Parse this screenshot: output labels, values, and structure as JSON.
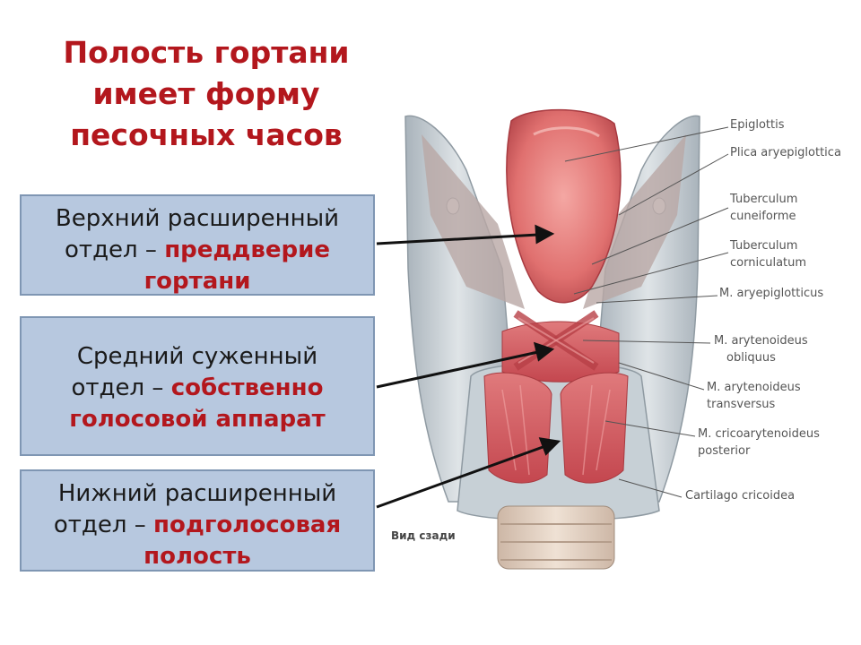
{
  "title": {
    "line1": "Полость гортани",
    "line2": "имеет форму",
    "line3": "песочных часов"
  },
  "boxes": {
    "upper": {
      "line1": "Верхний расширенный",
      "line2_plain": "отдел – ",
      "line2_hl": "преддверие",
      "line3_hl": "гортани"
    },
    "middle": {
      "line1": "Средний суженный",
      "line2_plain": "отдел – ",
      "line2_hl": "собственно",
      "line3_hl": "голосовой аппарат"
    },
    "lower": {
      "line1": "Нижний расширенный",
      "line2_plain": "отдел – ",
      "line2_hl": "подголосовая",
      "line3_hl": "полость"
    }
  },
  "labels": {
    "epiglottis": "Epiglottis",
    "plica": "Plica aryepiglottica",
    "cuneiforme_1": "Tuberculum",
    "cuneiforme_2": "cuneiforme",
    "corniculatum_1": "Tuberculum",
    "corniculatum_2": "corniculatum",
    "aryepiglotticus": "M. aryepiglotticus",
    "obliquus_1": "M. arytenoideus",
    "obliquus_2": "obliquus",
    "transversus_1": "M. arytenoideus",
    "transversus_2": "transversus",
    "cricoaryt_1": "M. cricoarytenoideus",
    "cricoaryt_2": "posterior",
    "cricoidea": "Cartilago cricoidea",
    "view": "Вид сзади"
  },
  "colors": {
    "title_red": "#b3171d",
    "box_fill": "#b7c8df",
    "muscle": "#d9646a",
    "cartilage": "#c9d1d6"
  }
}
